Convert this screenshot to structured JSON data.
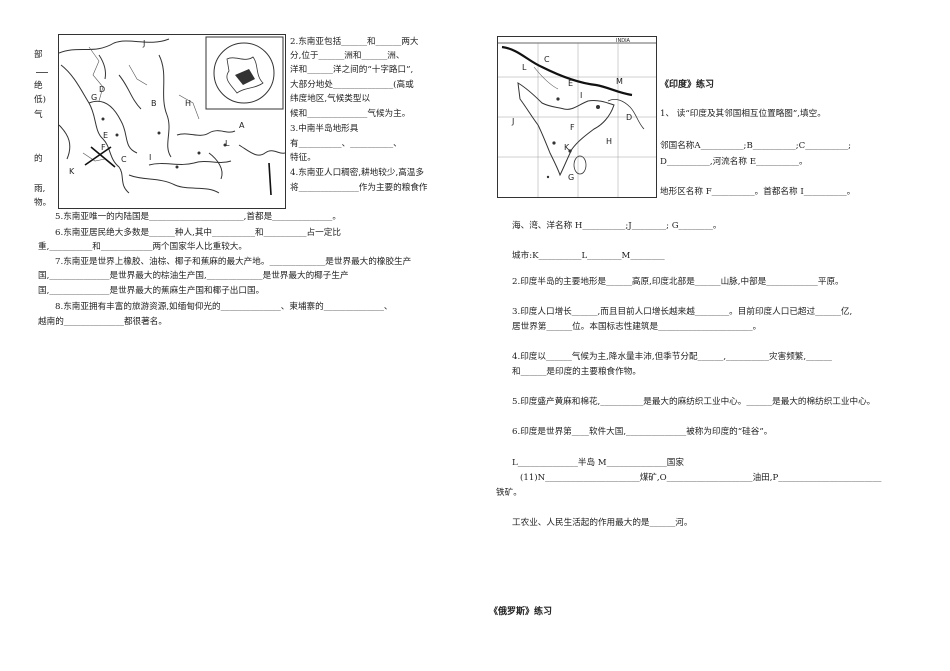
{
  "left": {
    "side_chars": [
      "部",
      "绝",
      "低)",
      "气",
      "的",
      "雨,",
      "物。"
    ],
    "right_col": [
      "2.东南亚包括______和______两大",
      "分,位于______洲和______洲、",
      "洋和______洋之间的“十字路口”,",
      "大部分地处______________(高或",
      "纬度地区,气候类型以",
      "候和______________气候为主。",
      "3.中南半岛地形具",
      "有__________、__________、",
      "特征。",
      "4.东南亚人口稠密,耕地较少,高温多",
      "将______________作为主要的粮食作"
    ],
    "q5": "5.东南亚唯一的内陆国是______________________,首都是______________。",
    "q6a": "6.东南亚居民绝大多数是______种人,其中__________和__________占一定比",
    "q6b": "重,__________和____________两个国家华人比重较大。",
    "q7a": "7.东南亚是世界上橡胶、油棕、椰子和蕉麻的最大产地。_____________是世界最大的橡胶生产",
    "q7b": "国,______________是世界最大的棕油生产国,_____________是世界最大的椰子生产",
    "q7c": "国,______________是世界最大的蕉麻生产国和椰子出口国。",
    "q8a": "8.东南亚拥有丰富的旅游资源,如缅甸仰光的______________、柬埔寨的______________、",
    "q8b": "越南的______________都很著名。",
    "map_labels": [
      "J",
      "D",
      "G",
      "B",
      "H",
      "A",
      "E",
      "F",
      "C",
      "I",
      "K",
      "L"
    ]
  },
  "right": {
    "title": "《印度》练习",
    "q1a": "1、  读“印度及其邻国相互位置略图”,填空。",
    "q1b": "邻国名称A__________;B__________;C__________;",
    "q1c": "D__________,河流名称 E__________。",
    "q1d": "地形区名称 F__________。首都名称 I__________。",
    "q1e": "海、湾、洋名称 H__________;J________;  G________。",
    "q1f": "城市:K__________L________M________",
    "q2": "2.印度半岛的主要地形是______高原,印度北部是______山脉,中部是____________平原。",
    "q3a": "3.印度人口增长______,而且目前人口增长越来越________。目前印度人口已超过______亿,",
    "q3b": "居世界第______位。本国标志性建筑是______________________。",
    "q4a": "4.印度以______气候为主,降水量丰沛,但季节分配______,__________灾害频繁,______",
    "q4b": "和______是印度的主要粮食作物。",
    "q5": "5.印度盛产黄麻和棉花,__________是最大的麻纺织工业中心。______是最大的棉纺织工业中心。",
    "q6": "6.印度是世界第____软件大国,______________被称为印度的“硅谷”。",
    "q7a": "L______________半岛  M______________国家",
    "q7b": "(11)N______________________煤矿,O____________________油田,P________________________",
    "q7c": "铁矿。",
    "q8": "工农业、人民生活起的作用最大的是______河。",
    "map_labels": [
      "C",
      "E",
      "J",
      "F",
      "K",
      "H",
      "G",
      "D",
      "I",
      "L",
      "M"
    ],
    "map_header": "INDIA"
  },
  "footer": {
    "title": "《俄罗斯》练习"
  }
}
